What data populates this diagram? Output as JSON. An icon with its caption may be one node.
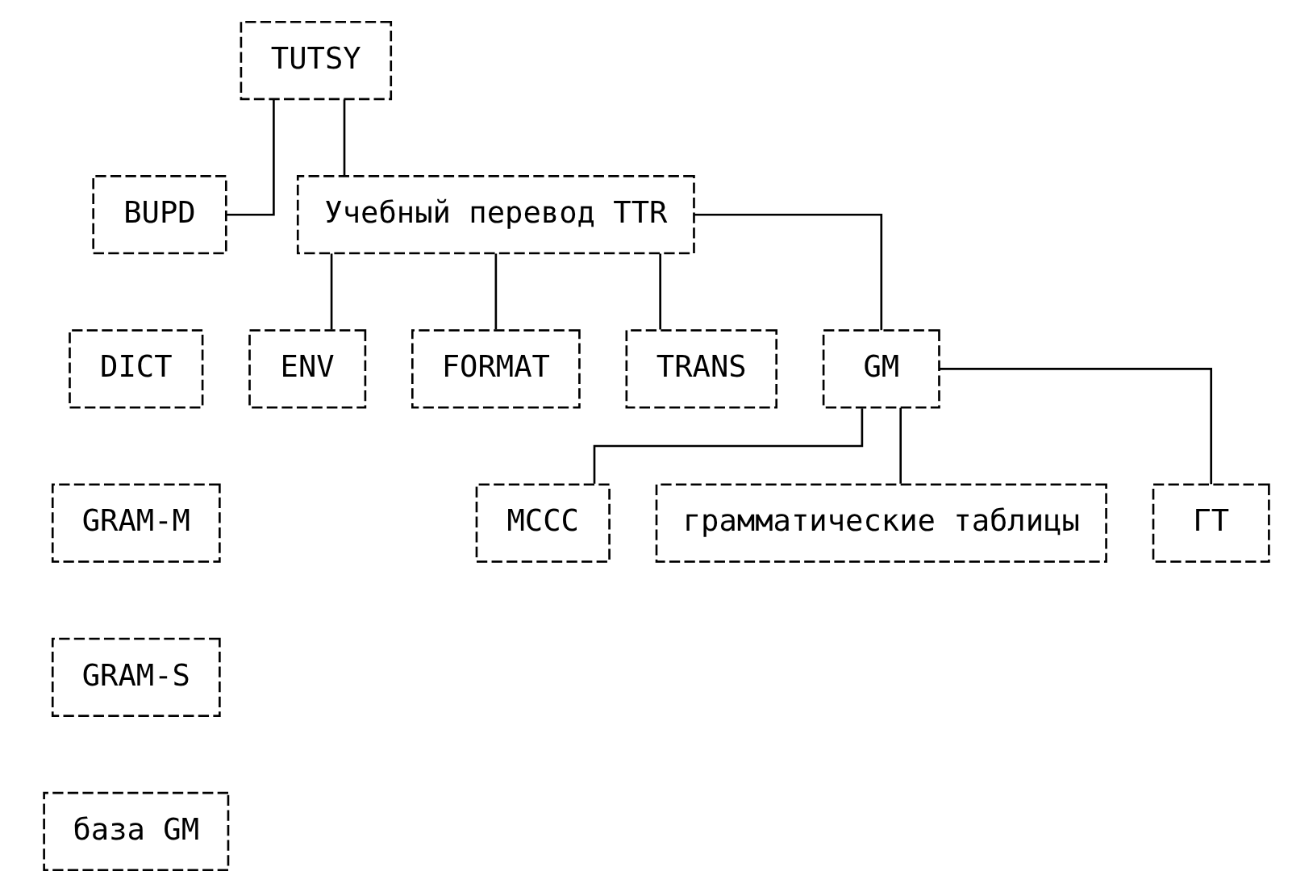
{
  "diagram": {
    "nodes": [
      {
        "text": [
          "TUTSY"
        ]
      },
      {
        "text": [
          "BUPD"
        ]
      },
      {
        "text": [
          "DICT"
        ]
      },
      {
        "text": [
          "GRAM-M"
        ]
      },
      {
        "text": [
          "GRAM-S"
        ]
      },
      {
        "text": [
          "база GM"
        ]
      },
      {
        "text": [
          "Учебный перевод TTR"
        ]
      },
      {
        "text": [
          "ENV"
        ]
      },
      {
        "text": [
          "FORMAT"
        ]
      },
      {
        "text": [
          "TRANS"
        ]
      },
      {
        "text": [
          "GM"
        ]
      },
      {
        "text": [
          "MCCC"
        ]
      },
      {
        "text": [
          "грамматические таблицы"
        ]
      },
      {
        "text": [
          "ГТ"
        ]
      }
    ],
    "edges": [
      {
        "from": 0,
        "to": 1,
        "arrow": "none"
      },
      {
        "from": 0,
        "to": 6,
        "arrow": "none"
      },
      {
        "from": 6,
        "to": 7,
        "arrow": "none"
      },
      {
        "from": 6,
        "to": 8,
        "arrow": "none"
      },
      {
        "from": 6,
        "to": 9,
        "arrow": "none"
      },
      {
        "from": 6,
        "to": 10,
        "arrow": "none"
      },
      {
        "from": 10,
        "to": 11,
        "arrow": "none"
      },
      {
        "from": 10,
        "to": 12,
        "arrow": "none"
      },
      {
        "from": 10,
        "to": 13,
        "arrow": "none"
      }
    ]
  }
}
